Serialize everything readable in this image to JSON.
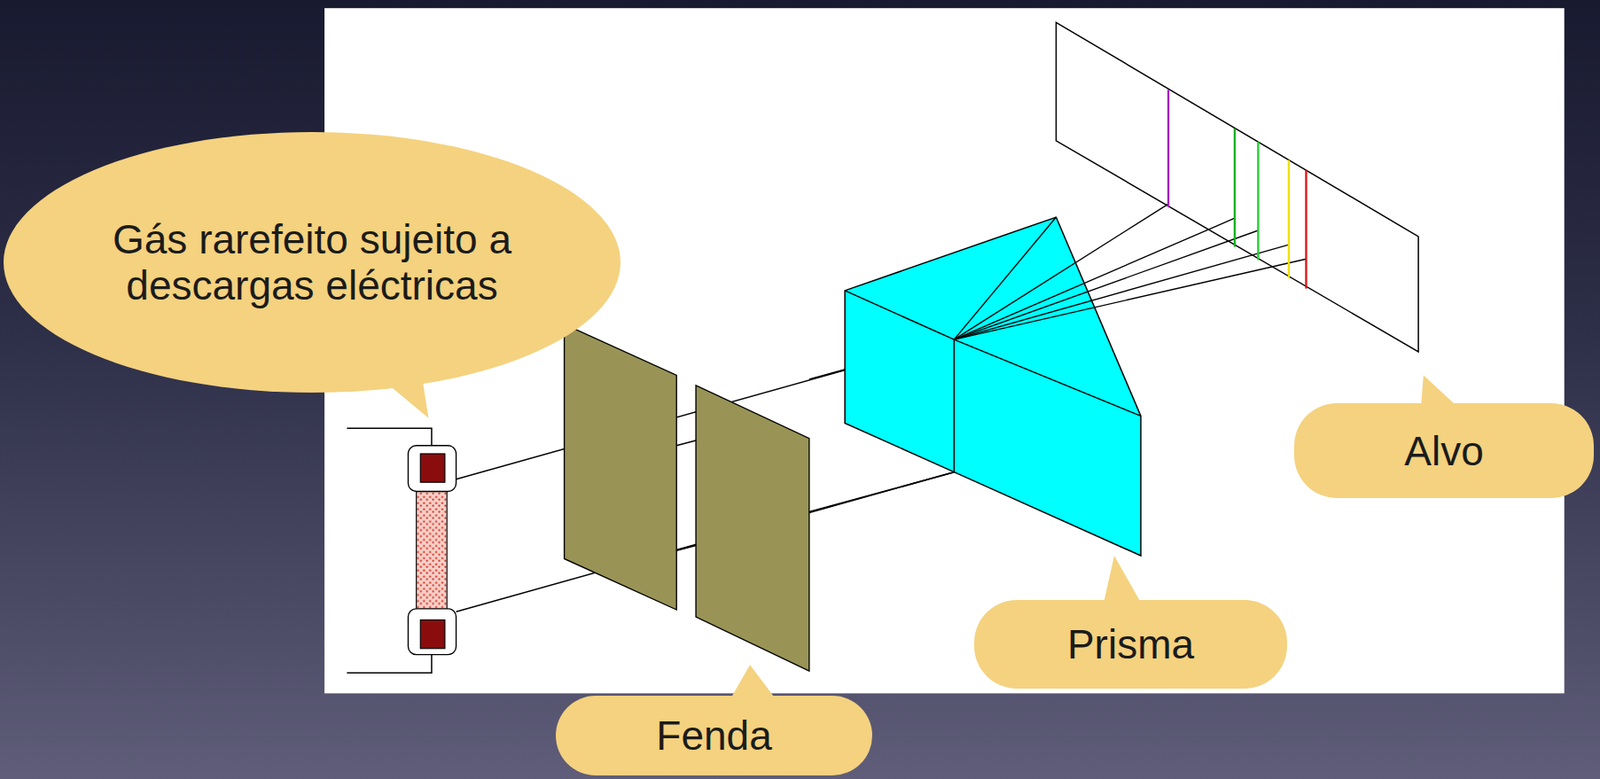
{
  "diagram": {
    "nodes": [
      {
        "text": [
          "Gás rarefeito sujeito a descargas eléctricas"
        ]
      },
      {
        "text": [
          "Alvo"
        ]
      },
      {
        "text": [
          "Prisma"
        ]
      },
      {
        "text": [
          "Fenda"
        ]
      }
    ]
  }
}
